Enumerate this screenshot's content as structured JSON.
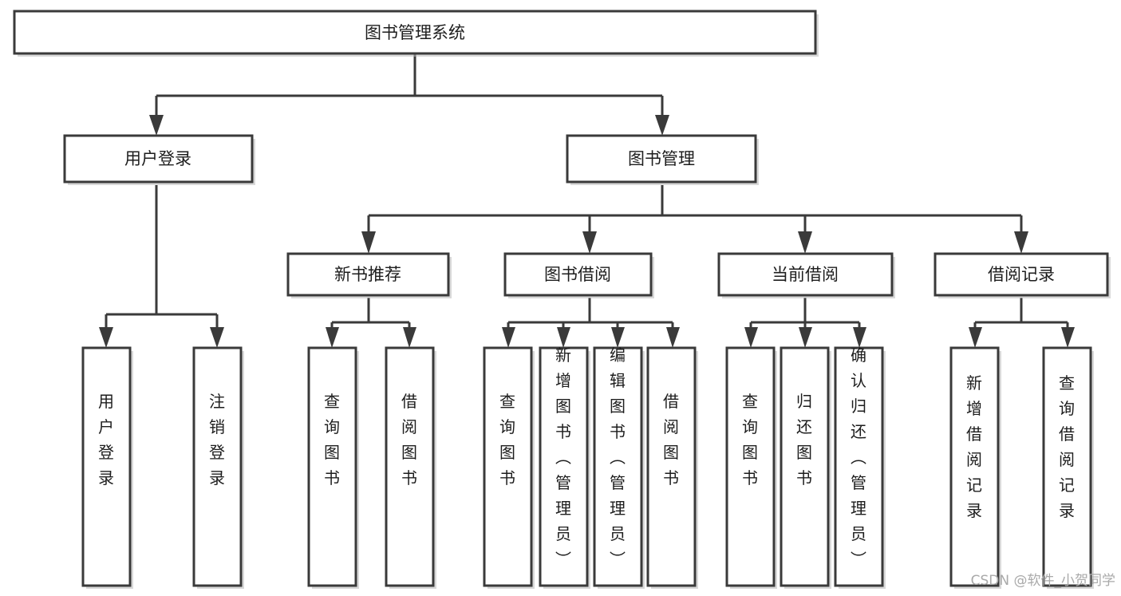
{
  "diagram": {
    "type": "tree",
    "title": "图书管理系统",
    "orientation": "top-down",
    "colors": {
      "box_stroke": "#3a3a3a",
      "box_fill": "#ffffff",
      "connector": "#3a3a3a",
      "label_text": "#1d1d1d",
      "watermark": "#a9a9a9",
      "background": "#ffffff"
    },
    "levels": [
      {
        "level": 0,
        "nodes": [
          {
            "id": "root",
            "label": "图书管理系统",
            "orientation": "horizontal"
          }
        ]
      },
      {
        "level": 1,
        "nodes": [
          {
            "id": "login",
            "label": "用户登录",
            "orientation": "horizontal",
            "parent": "root"
          },
          {
            "id": "bookmgmt",
            "label": "图书管理",
            "orientation": "horizontal",
            "parent": "root"
          }
        ]
      },
      {
        "level": 2,
        "nodes": [
          {
            "id": "newbook",
            "label": "新书推荐",
            "orientation": "horizontal",
            "parent": "bookmgmt"
          },
          {
            "id": "borrow",
            "label": "图书借阅",
            "orientation": "horizontal",
            "parent": "bookmgmt"
          },
          {
            "id": "current",
            "label": "当前借阅",
            "orientation": "horizontal",
            "parent": "bookmgmt"
          },
          {
            "id": "records",
            "label": "借阅记录",
            "orientation": "horizontal",
            "parent": "bookmgmt"
          }
        ]
      },
      {
        "level": 3,
        "nodes": [
          {
            "id": "leaf-1",
            "label": "用户登录",
            "orientation": "vertical",
            "parent": "login"
          },
          {
            "id": "leaf-2",
            "label": "注销登录",
            "orientation": "vertical",
            "parent": "login"
          },
          {
            "id": "leaf-3",
            "label": "查询图书",
            "orientation": "vertical",
            "parent": "newbook"
          },
          {
            "id": "leaf-4",
            "label": "借阅图书",
            "orientation": "vertical",
            "parent": "newbook"
          },
          {
            "id": "leaf-5",
            "label": "查询图书",
            "orientation": "vertical",
            "parent": "borrow"
          },
          {
            "id": "leaf-6",
            "label": "新增图书（管理员）",
            "orientation": "vertical",
            "parent": "borrow"
          },
          {
            "id": "leaf-7",
            "label": "编辑图书（管理员）",
            "orientation": "vertical",
            "parent": "borrow"
          },
          {
            "id": "leaf-8",
            "label": "借阅图书",
            "orientation": "vertical",
            "parent": "borrow"
          },
          {
            "id": "leaf-9",
            "label": "查询图书",
            "orientation": "vertical",
            "parent": "current"
          },
          {
            "id": "leaf-10",
            "label": "归还图书",
            "orientation": "vertical",
            "parent": "current"
          },
          {
            "id": "leaf-11",
            "label": "确认归还（管理员）",
            "orientation": "vertical",
            "parent": "current"
          },
          {
            "id": "leaf-12",
            "label": "新增借阅记录",
            "orientation": "vertical",
            "parent": "records"
          },
          {
            "id": "leaf-13",
            "label": "查询借阅记录",
            "orientation": "vertical",
            "parent": "records"
          }
        ]
      }
    ],
    "edges": [
      {
        "from": "root",
        "to": "login"
      },
      {
        "from": "root",
        "to": "bookmgmt"
      },
      {
        "from": "bookmgmt",
        "to": "newbook"
      },
      {
        "from": "bookmgmt",
        "to": "borrow"
      },
      {
        "from": "bookmgmt",
        "to": "current"
      },
      {
        "from": "bookmgmt",
        "to": "records"
      },
      {
        "from": "login",
        "to": "leaf-1"
      },
      {
        "from": "login",
        "to": "leaf-2"
      },
      {
        "from": "newbook",
        "to": "leaf-3"
      },
      {
        "from": "newbook",
        "to": "leaf-4"
      },
      {
        "from": "borrow",
        "to": "leaf-5"
      },
      {
        "from": "borrow",
        "to": "leaf-6"
      },
      {
        "from": "borrow",
        "to": "leaf-7"
      },
      {
        "from": "borrow",
        "to": "leaf-8"
      },
      {
        "from": "current",
        "to": "leaf-9"
      },
      {
        "from": "current",
        "to": "leaf-10"
      },
      {
        "from": "current",
        "to": "leaf-11"
      },
      {
        "from": "records",
        "to": "leaf-12"
      },
      {
        "from": "records",
        "to": "leaf-13"
      }
    ]
  },
  "watermark": {
    "text": "CSDN @软件_小贺同学"
  }
}
